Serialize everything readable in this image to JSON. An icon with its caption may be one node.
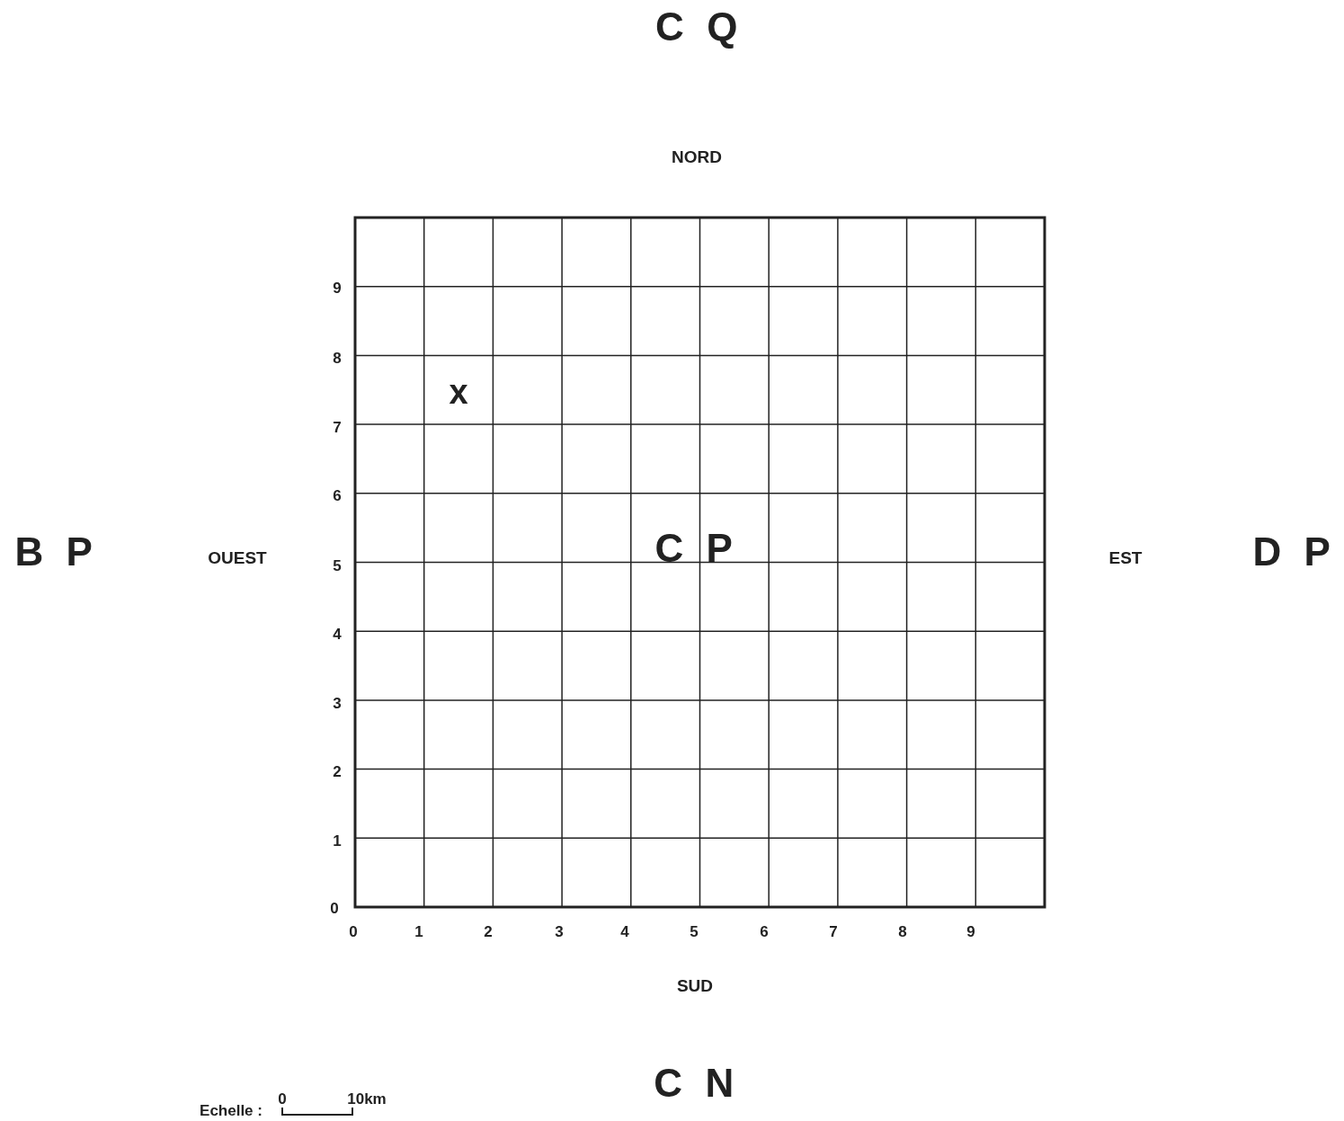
{
  "diagram": {
    "labels": [
      "C Q",
      "NORD",
      "9",
      "8",
      "x",
      "7",
      "6",
      "B P",
      "OUEST",
      "5",
      "C P",
      "EST",
      "D P",
      "4",
      "3",
      "2",
      "1",
      "0",
      "0",
      "1",
      "2",
      "3",
      "4",
      "5",
      "6",
      "7",
      "8",
      "9",
      "SUD",
      "C N",
      "Echelle :",
      "0",
      "10km"
    ]
  }
}
